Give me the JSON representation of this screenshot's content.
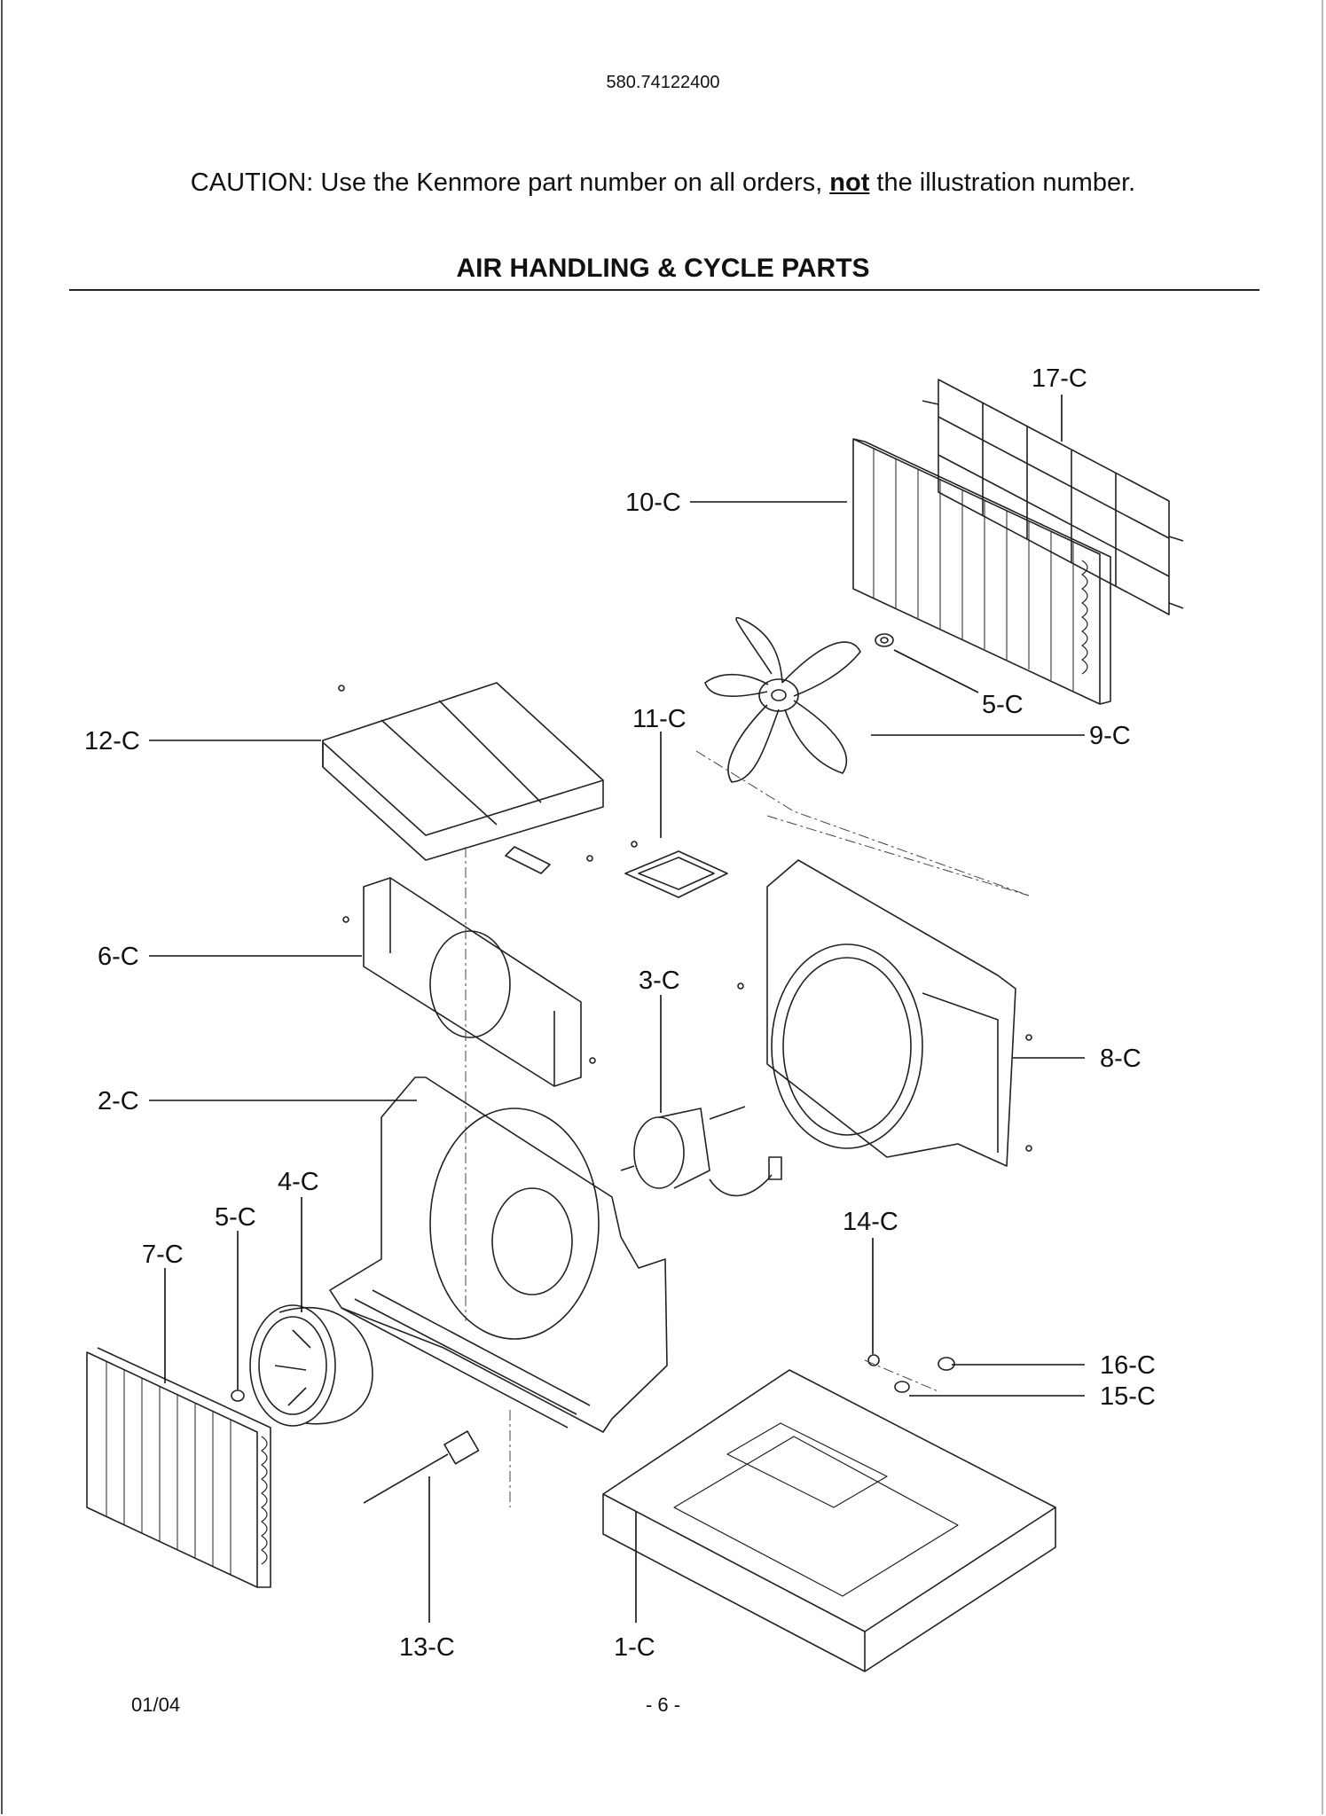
{
  "header": {
    "model_number": "580.74122400",
    "caution_prefix": "CAUTION: Use the Kenmore part number on all orders, ",
    "caution_emphasis": "not",
    "caution_suffix": " the illustration number.",
    "section_title": "AIR HANDLING & CYCLE PARTS"
  },
  "callouts": {
    "c17": "17-C",
    "c10": "10-C",
    "c5_upper": "5-C",
    "c9": "9-C",
    "c12": "12-C",
    "c11": "11-C",
    "c6": "6-C",
    "c3": "3-C",
    "c8": "8-C",
    "c2": "2-C",
    "c4": "4-C",
    "c5_lower": "5-C",
    "c7": "7-C",
    "c14": "14-C",
    "c16": "16-C",
    "c15": "15-C",
    "c13": "13-C",
    "c1": "1-C"
  },
  "footer": {
    "date": "01/04",
    "page": "- 6 -"
  }
}
